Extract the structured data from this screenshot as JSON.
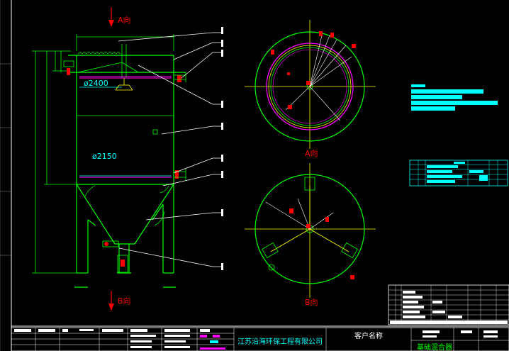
{
  "views": {
    "section_a_top": "A向",
    "section_b_bottom": "B向",
    "plan_a_label": "A向",
    "plan_b_label": "B向"
  },
  "dimensions": {
    "upper_diameter": "ø2400",
    "lower_diameter": "ø2150"
  },
  "title_block": {
    "company": "江苏沿海环保工程有限公司",
    "client_label": "客户名称",
    "drawing_name": "基础混合器"
  },
  "colors": {
    "background": "#000000",
    "frame": "#ffffff",
    "vessel": "#00ff00",
    "dimension": "#00ffff",
    "accent": "#ff00ff",
    "marker": "#ff0000",
    "sketch": "#ffff00"
  }
}
